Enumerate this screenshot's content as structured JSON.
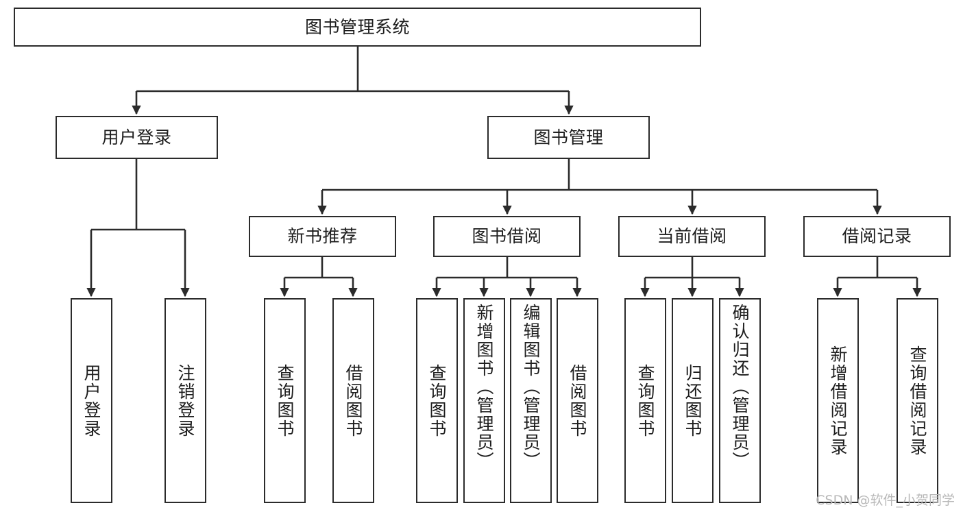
{
  "diagram": {
    "type": "tree",
    "title": "图书管理系统",
    "root": {
      "id": "root",
      "label": "图书管理系统"
    },
    "level2": [
      {
        "id": "user-login",
        "label": "用户登录"
      },
      {
        "id": "book-manage",
        "label": "图书管理"
      }
    ],
    "level3": [
      {
        "id": "new-book-rec",
        "label": "新书推荐"
      },
      {
        "id": "book-borrow",
        "label": "图书借阅"
      },
      {
        "id": "current-borrow",
        "label": "当前借阅"
      },
      {
        "id": "borrow-record",
        "label": "借阅记录"
      }
    ],
    "leaves": {
      "user_login": [
        {
          "id": "leaf-user-login",
          "label": "用户登录"
        },
        {
          "id": "leaf-logout",
          "label": "注销登录"
        }
      ],
      "new_book_rec": [
        {
          "id": "leaf-query-book-1",
          "label": "查询图书"
        },
        {
          "id": "leaf-borrow-book-1",
          "label": "借阅图书"
        }
      ],
      "book_borrow": [
        {
          "id": "leaf-query-book-2",
          "label": "查询图书"
        },
        {
          "id": "leaf-add-book",
          "label": "新增图书（管理员）"
        },
        {
          "id": "leaf-edit-book",
          "label": "编辑图书（管理员）"
        },
        {
          "id": "leaf-borrow-book-2",
          "label": "借阅图书"
        }
      ],
      "current_borrow": [
        {
          "id": "leaf-query-book-3",
          "label": "查询图书"
        },
        {
          "id": "leaf-return-book",
          "label": "归还图书"
        },
        {
          "id": "leaf-confirm-return",
          "label": "确认归还（管理员）"
        }
      ],
      "borrow_record": [
        {
          "id": "leaf-add-record",
          "label": "新增借阅记录"
        },
        {
          "id": "leaf-query-record",
          "label": "查询借阅记录"
        }
      ]
    },
    "colors": {
      "stroke": "#2b2b2b",
      "fill": "#ffffff",
      "text": "#1d1d1d",
      "watermark": "#b8b8b8"
    }
  },
  "watermark": {
    "text": "CSDN @软件_小贺同学"
  }
}
